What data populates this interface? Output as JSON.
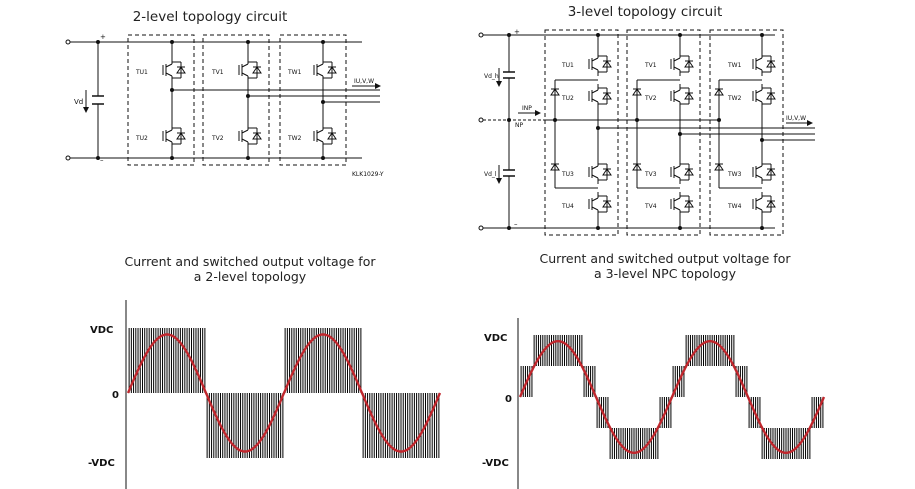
{
  "titles": {
    "two_level": "2-level topology circuit",
    "three_level": "3-level topology circuit",
    "two_level_wave_line1": "Current and switched output voltage for",
    "two_level_wave_line2": "a 2-level topology",
    "three_level_wave_line1": "Current and switched output voltage for",
    "three_level_wave_line2": "a 3-level NPC topology"
  },
  "circuit_2level": {
    "plus": "+",
    "minus": "–",
    "vd_label": "Vd",
    "output_label": "IU,V,W",
    "code": "KLK1029-Y",
    "switches_top": [
      "TU1",
      "TV1",
      "TW1"
    ],
    "switches_bottom": [
      "TU2",
      "TV2",
      "TW2"
    ]
  },
  "circuit_3level": {
    "plus": "+",
    "minus": "–",
    "vd_hi": "Vd_h",
    "vd_lo": "Vd_l",
    "inp": "INP",
    "np": "NP",
    "output_label": "IU,V,W",
    "phases": [
      {
        "t1": "TU1",
        "t2": "TU2",
        "t3": "TU3",
        "t4": "TU4"
      },
      {
        "t1": "TV1",
        "t2": "TV2",
        "t3": "TV3",
        "t4": "TV4"
      },
      {
        "t1": "TW1",
        "t2": "TW2",
        "t3": "TW3",
        "t4": "TW4"
      }
    ]
  },
  "chart_data": [
    {
      "type": "line",
      "title": "Current and switched output voltage for a 2-level topology",
      "y_ticks": [
        "VDC",
        "0",
        "-VDC"
      ],
      "levels": [
        -1,
        1
      ],
      "series": [
        {
          "kind": "pwm",
          "color": "#000000"
        },
        {
          "kind": "current",
          "color": "#c0272d",
          "periods": 2,
          "amplitude": 0.9
        }
      ]
    },
    {
      "type": "line",
      "title": "Current and switched output voltage for a 3-level NPC topology",
      "y_ticks": [
        "VDC",
        "0",
        "-VDC"
      ],
      "levels": [
        -1,
        -0.5,
        0,
        0.5,
        1
      ],
      "series": [
        {
          "kind": "pwm",
          "color": "#000000"
        },
        {
          "kind": "current",
          "color": "#c0272d",
          "periods": 2,
          "amplitude": 0.9
        }
      ]
    }
  ]
}
